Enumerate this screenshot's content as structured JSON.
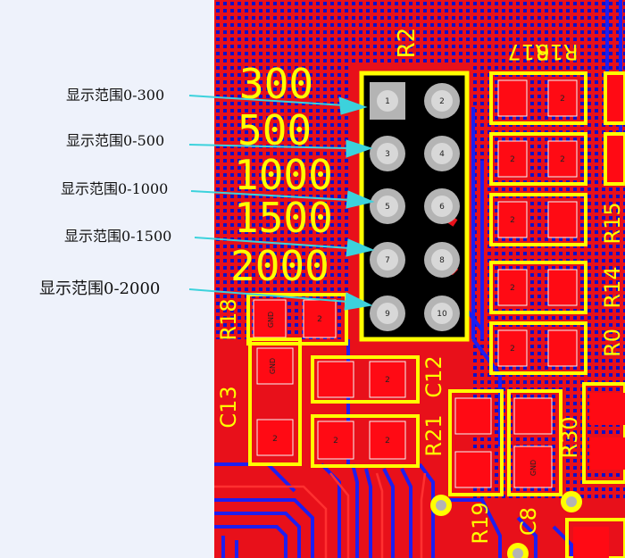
{
  "annotations": [
    {
      "label": "显示范围0-300"
    },
    {
      "label": "显示范围0-500"
    },
    {
      "label": "显示范围0-1000"
    },
    {
      "label": "显示范围0-1500"
    },
    {
      "label": "显示范围0-2000"
    }
  ],
  "silk_values": [
    "300",
    "500",
    "1000",
    "1500",
    "2000"
  ],
  "header": {
    "ref": "R2",
    "pins": [
      "1",
      "2",
      "3",
      "4",
      "5",
      "6",
      "7",
      "8",
      "9",
      "10"
    ]
  },
  "refdes": {
    "r17": "R17",
    "r16": "R16",
    "r15": "R15",
    "r14": "R14",
    "r0": "R0",
    "r18": "R18",
    "c13": "C13",
    "c12": "C12",
    "r21": "R21",
    "r19": "R19",
    "c8": "C8",
    "r30": "R30"
  },
  "pad_labels": {
    "gnd": "GND",
    "one": "1",
    "two": "2"
  },
  "colors": {
    "board_red": "#e8101a",
    "trace_blue": "#1e1ef0",
    "silkscreen_yellow": "#ffff00",
    "arrow_cyan": "#3cd2dc",
    "pad_red": "#ff0a14",
    "via_gray": "#b4b4b4"
  }
}
